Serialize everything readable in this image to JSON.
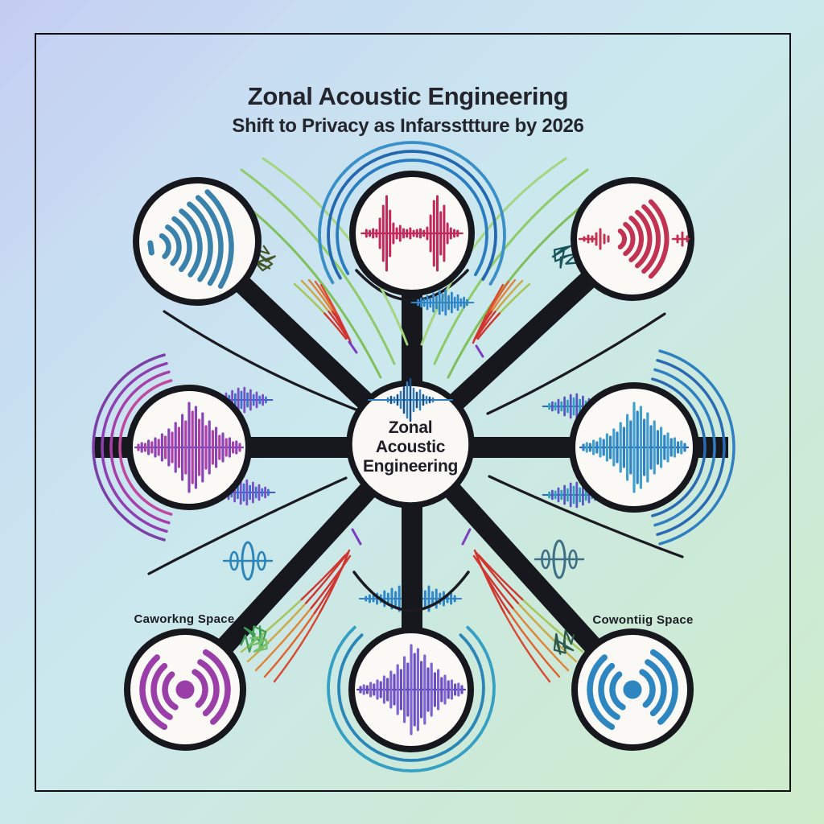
{
  "title": "Zonal Acoustic Engineering",
  "subtitle": "Shift to Privacy as Infarssttture by 2026",
  "center_hub": {
    "label": "Zonal Acoustic Engineering",
    "icon": "waveform-icon"
  },
  "zone_labels": {
    "left": "Caworkng Space",
    "right": "Cowontiig Space"
  },
  "nodes": [
    {
      "position": "top-left",
      "icon": "sound-wave-fan-icon",
      "color": "#3a82ab"
    },
    {
      "position": "top",
      "icon": "audio-waveform-icon",
      "color": "#c2285a"
    },
    {
      "position": "top-right",
      "icon": "waveform-echo-icon",
      "color": "#c23252"
    },
    {
      "position": "left",
      "icon": "dense-waveform-icon",
      "color": "#b040a8"
    },
    {
      "position": "right",
      "icon": "dense-waveform-icon",
      "color": "#2f82c4"
    },
    {
      "position": "bottom-left",
      "icon": "broadcast-signal-icon",
      "color": "#9b3fa8"
    },
    {
      "position": "bottom",
      "icon": "dense-waveform-icon",
      "color": "#6a4fc1"
    },
    {
      "position": "bottom-right",
      "icon": "broadcast-signal-icon",
      "color": "#2e86c1"
    }
  ],
  "colors": {
    "background_top_left": "#c4cdf2",
    "background_middle": "#cbe8ee",
    "background_bottom_right": "#ceecca",
    "frame": "#101014",
    "spoke": "#17181d",
    "node_fill": "#faf9f6",
    "accent_blue": "#2f7fc1",
    "accent_crimson": "#c2285a",
    "accent_purple": "#9b3fa8",
    "accent_violet": "#6a4fc1",
    "accent_green": "#93ce6d"
  }
}
